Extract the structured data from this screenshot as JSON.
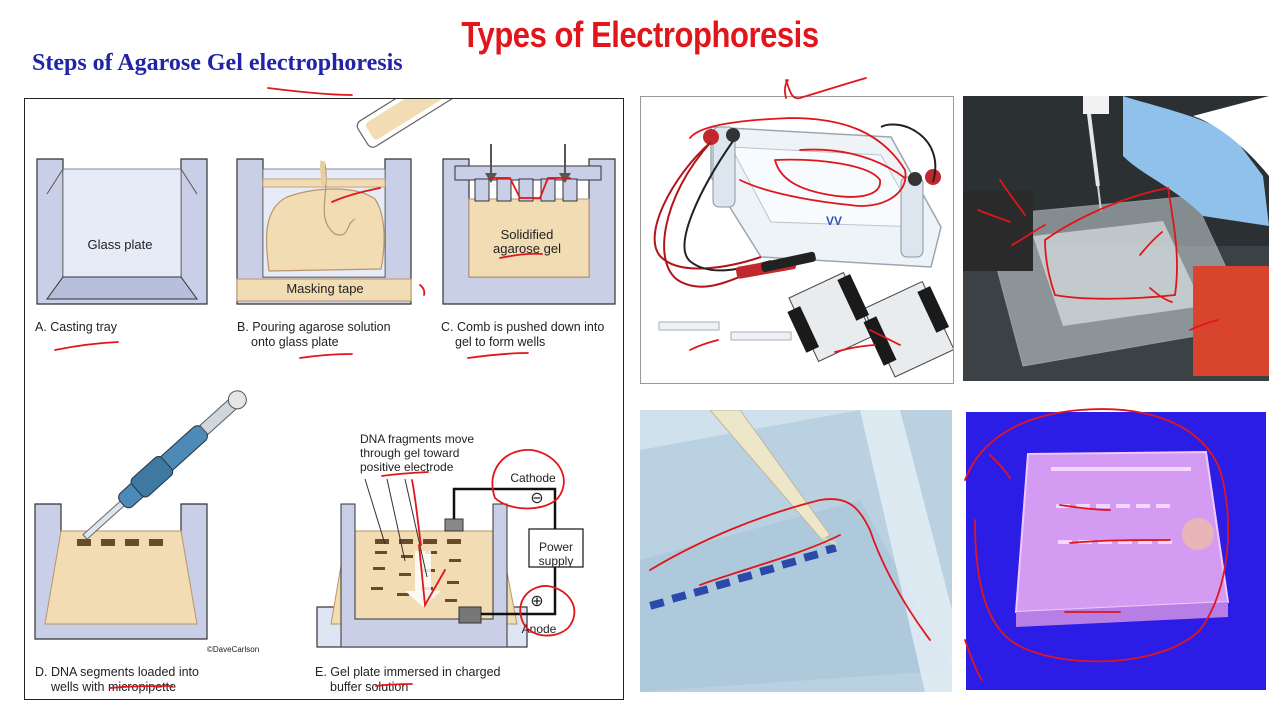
{
  "header": {
    "title": "Types of Electrophoresis",
    "subtitle": "Steps of Agarose Gel electrophoresis"
  },
  "diagram": {
    "panel_a": {
      "inner_label": "Glass plate",
      "caption": "A.  Casting tray"
    },
    "panel_b": {
      "tape_label": "Masking tape",
      "caption_line1": "B.  Pouring agarose solution",
      "caption_line2": "onto glass plate"
    },
    "panel_c": {
      "gel_label_line1": "Solidified",
      "gel_label_line2": "agarose gel",
      "caption_line1": "C.  Comb is pushed down into",
      "caption_line2": "gel to form wells"
    },
    "panel_d": {
      "caption_line1": "D.  DNA segments loaded into",
      "caption_line2": "wells with micropipette",
      "credit": "©DaveCarlson"
    },
    "panel_e": {
      "note_line1": "DNA fragments move",
      "note_line2": "through gel toward",
      "note_line3": "positive electrode",
      "cathode": "Cathode",
      "anode": "Anode",
      "minus": "⊖",
      "plus": "⊕",
      "power_line1": "Power",
      "power_line2": "supply",
      "caption_line1": "E.  Gel plate immersed in charged",
      "caption_line2": "buffer solution"
    }
  },
  "photos": {
    "apparatus_brand": "VV"
  },
  "colors": {
    "title": "#e0161b",
    "subtitle": "#1f24a8",
    "annotation": "#e0161b",
    "gel_fill": "#f2dcb4",
    "tray": "#c9cfe6",
    "uv_background": "#2a1ae0"
  }
}
